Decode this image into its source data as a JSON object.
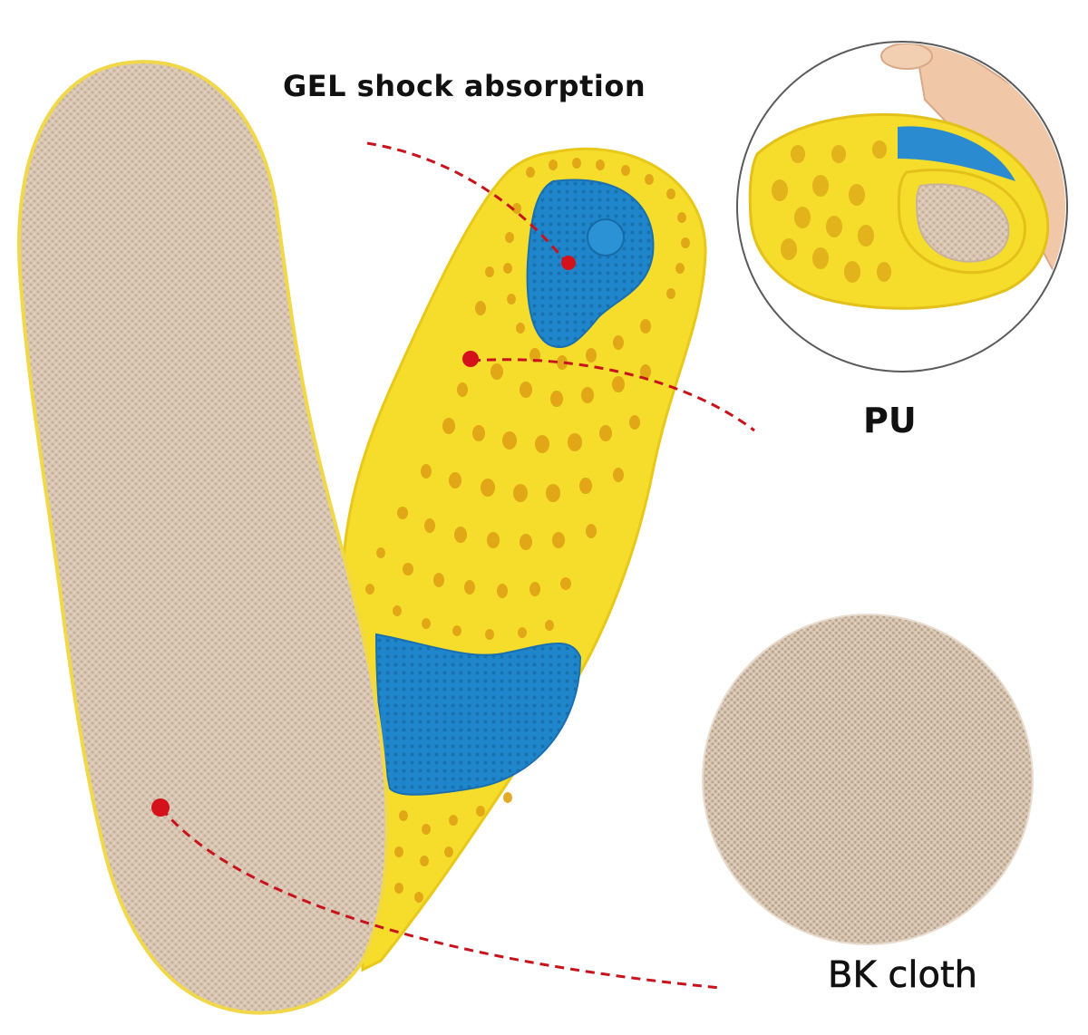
{
  "labels": {
    "gel": "GEL shock absorption",
    "pu": "PU",
    "bk_cloth": "BK cloth"
  },
  "colors": {
    "background": "#ffffff",
    "cloth_beige": "#d8c6b3",
    "foam_yellow": "#f5dc2c",
    "gel_blue": "#1e8ad0",
    "marker_red": "#d4121b",
    "circle_border": "#555555"
  }
}
